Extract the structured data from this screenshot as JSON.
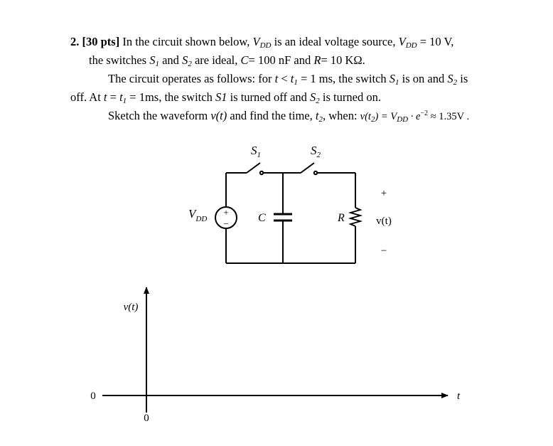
{
  "problem": {
    "number": "2.",
    "points": "[30 pts]",
    "line1_pre": "In the circuit shown below,",
    "line1_v": "V",
    "line1_vsub": "DD",
    "line1_mid": "is an ideal voltage source,",
    "line1_v2": "V",
    "line1_v2sub": "DD",
    "line1_val": "= 10 V,",
    "line2_a": "the switches",
    "line2_s": "S",
    "line2_ssub": "1",
    "line2_b": "and",
    "line2_s2": "S",
    "line2_s2sub": "2",
    "line2_c": "are ideal,",
    "line2_cvar": "C",
    "line2_cval": "= 100 nF and",
    "line2_rvar": "R",
    "line2_rval": "= 10 KΩ.",
    "line3_a": "The circuit operates as follows: for",
    "line3_t": "t",
    "line3_lt": "<",
    "line3_t1": "t",
    "line3_t1sub": "1",
    "line3_b": "= 1 ms, the switch",
    "line3_s": "S",
    "line3_ssub": "1",
    "line3_c": "is on and",
    "line3_s2": "S",
    "line3_s2sub": "2",
    "line3_d": "is",
    "line4_a": "off. At",
    "line4_t": "t",
    "line4_eq": "=",
    "line4_t1": "t",
    "line4_t1sub": "1",
    "line4_b": "= 1ms, the switch",
    "line4_s1": "S1",
    "line4_c": "is turned off and",
    "line4_s2": "S",
    "line4_s2sub": "2",
    "line4_d": "is turned on.",
    "line5_a": "Sketch the waveform",
    "line5_v": "v(t)",
    "line5_b": "and find the time,",
    "line5_t2": "t",
    "line5_t2sub": "2",
    "line5_c": ", when:",
    "line5_eq1": "v(t",
    "line5_eq1sub": "2",
    "line5_eq2": ") = V",
    "line5_eq2sub": "DD",
    "line5_eq3": "· e",
    "line5_eq3sup": "−2",
    "line5_eq4": "≈ 1.35V .",
    "line1_extra": ""
  },
  "circuit": {
    "s1_label": "S",
    "s1_sub": "1",
    "s2_label": "S",
    "s2_sub": "2",
    "vdd_label": "V",
    "vdd_sub": "DD",
    "source_plus": "+",
    "source_minus": "−",
    "c_label": "C",
    "r_label": "R",
    "out_plus": "+",
    "out_label": "v(t)",
    "out_minus": "−"
  },
  "axes": {
    "ylabel": "v(t)",
    "xlabel": "t",
    "origin_y_label": "0",
    "origin_x_label": "0"
  }
}
